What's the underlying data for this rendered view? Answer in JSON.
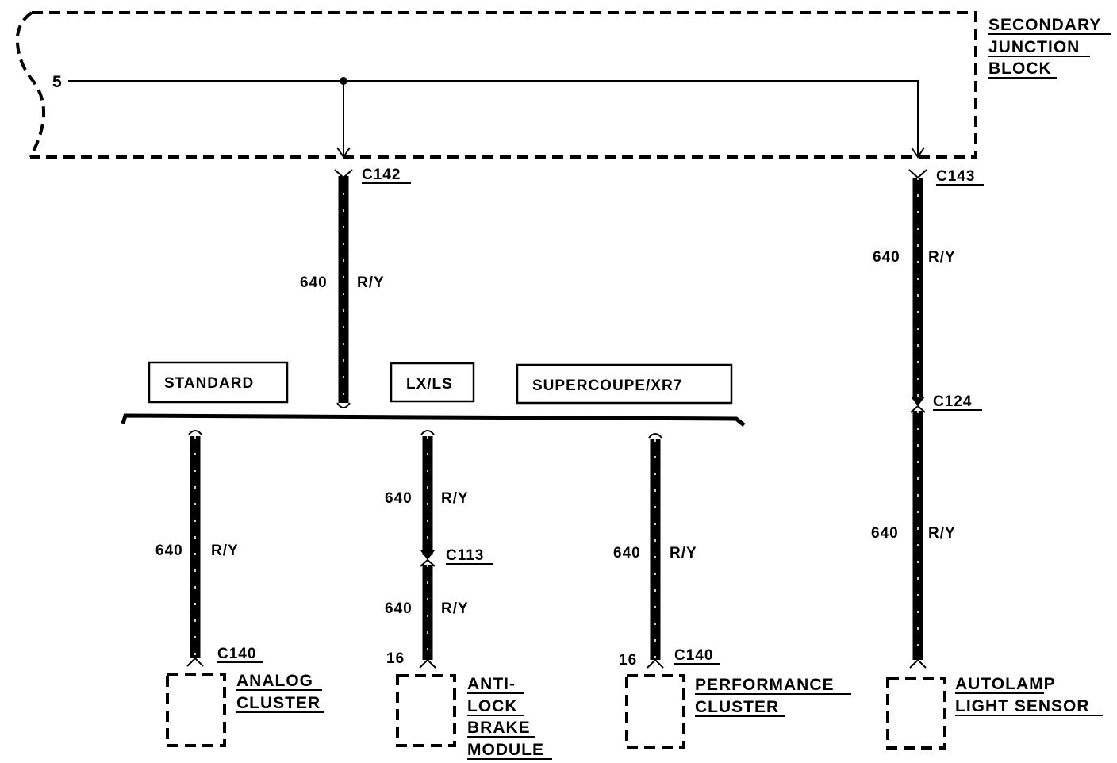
{
  "junction_block": {
    "line1": "SECONDARY",
    "line2": "JUNCTION",
    "line3": "BLOCK",
    "pin": "5"
  },
  "connectors": {
    "c142": "C142",
    "c143": "C143",
    "c124": "C124",
    "c113": "C113",
    "c140_analog": "C140",
    "c140_perf": "C140"
  },
  "wires": {
    "circuit": "640",
    "color": "R/Y"
  },
  "pins": {
    "abs": "16",
    "perf": "16"
  },
  "options": {
    "standard": "STANDARD",
    "lxls": "LX/LS",
    "supercoupe": "SUPERCOUPE/XR7"
  },
  "components": {
    "analog": [
      "ANALOG",
      "CLUSTER"
    ],
    "abs": [
      "ANTI-",
      "LOCK",
      "BRAKE",
      "MODULE"
    ],
    "perf": [
      "PERFORMANCE",
      "CLUSTER"
    ],
    "autolamp": [
      "AUTOLAMP",
      "LIGHT SENSOR"
    ]
  }
}
